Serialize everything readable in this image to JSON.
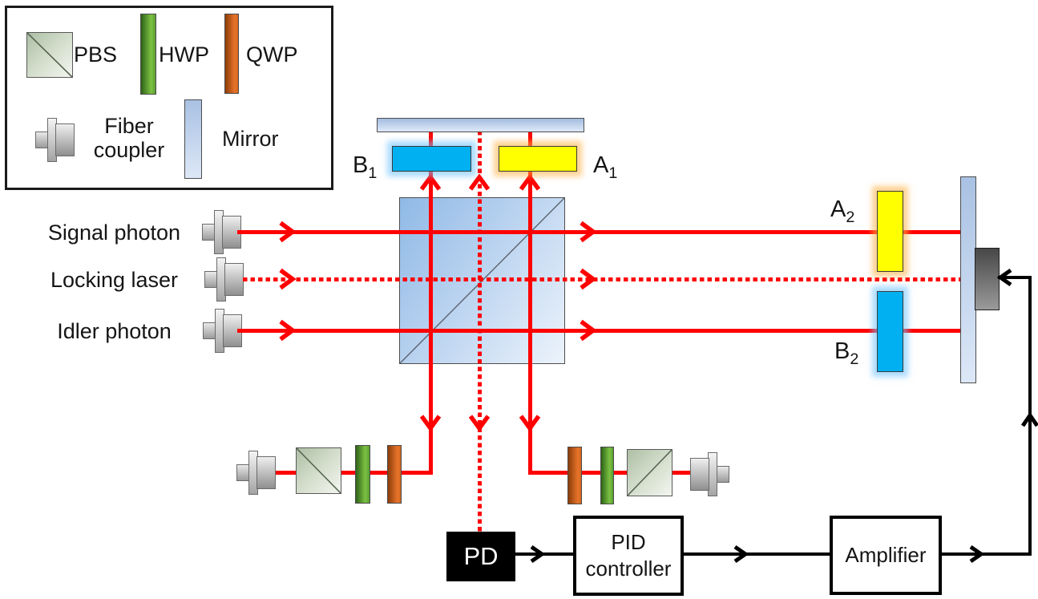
{
  "legend": {
    "pbs_label": "PBS",
    "hwp_label": "HWP",
    "qwp_label": "QWP",
    "fiber_coupler_line1": "Fiber",
    "fiber_coupler_line2": "coupler",
    "mirror_label": "Mirror"
  },
  "inputs": {
    "signal_label": "Signal photon",
    "locking_label": "Locking laser",
    "idler_label": "Idler photon"
  },
  "waveplates": {
    "b1": {
      "base": "B",
      "sub": "1"
    },
    "a1": {
      "base": "A",
      "sub": "1"
    },
    "a2": {
      "base": "A",
      "sub": "2"
    },
    "b2": {
      "base": "B",
      "sub": "2"
    }
  },
  "electronics": {
    "pd_label": "PD",
    "pid_line1": "PID",
    "pid_line2": "controller",
    "amplifier_label": "Amplifier"
  },
  "beams": {
    "signal_style": "solid",
    "locking_style": "dotted",
    "idler_style": "solid",
    "beam_color": "#ff0000",
    "feedback_color": "#000000"
  },
  "colors": {
    "waveplate_yellow": "#ffff00",
    "waveplate_cyan": "#00b0f0",
    "glow_orange": "#ffb246",
    "glow_blue": "#6ec3ff",
    "hwp_green": "#5a9e32",
    "qwp_orange": "#d2691e",
    "mirror_blue": "#b9cfec",
    "cube_blue": "#a9c7ea",
    "pbs_green_gray": "#cdd9c5",
    "piezo_gray": "#6e6e6e"
  }
}
